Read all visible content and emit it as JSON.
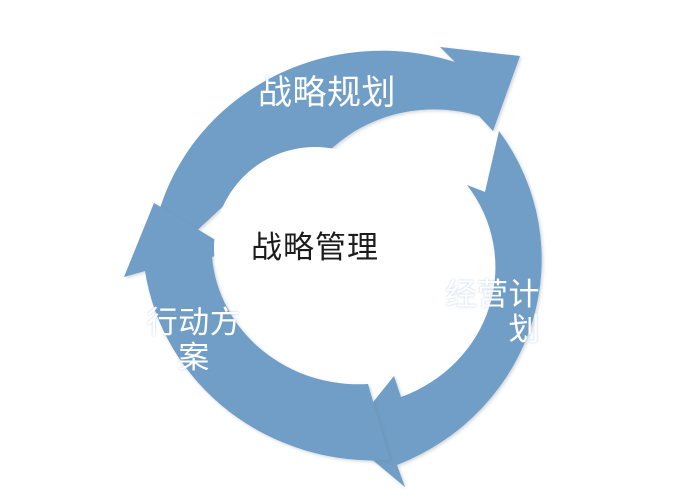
{
  "diagram": {
    "kind": "segmented-cycle-diagram",
    "title": "战略管理",
    "center": {
      "label": "战略管理",
      "text_color": "#1c1c1c"
    },
    "accent_color": "#6f9ec6",
    "background_color": "#ffffff",
    "label_color": "#ffffff",
    "segments": [
      {
        "id": "strategic-planning",
        "label": "战略规划",
        "position": "top",
        "arrow_direction": "clockwise-to-upper-right",
        "fill": "#6f9ec6"
      },
      {
        "id": "business-plan",
        "label": "经营计\n划",
        "label_full": "经营计划",
        "position": "right",
        "arrow_direction": "clockwise-to-bottom",
        "fill": "#6f9ec6"
      },
      {
        "id": "action-plan",
        "label": "行动方\n案",
        "label_full": "行动方案",
        "position": "left",
        "arrow_direction": "clockwise-to-upper-left",
        "fill": "#6f9ec6"
      }
    ]
  }
}
